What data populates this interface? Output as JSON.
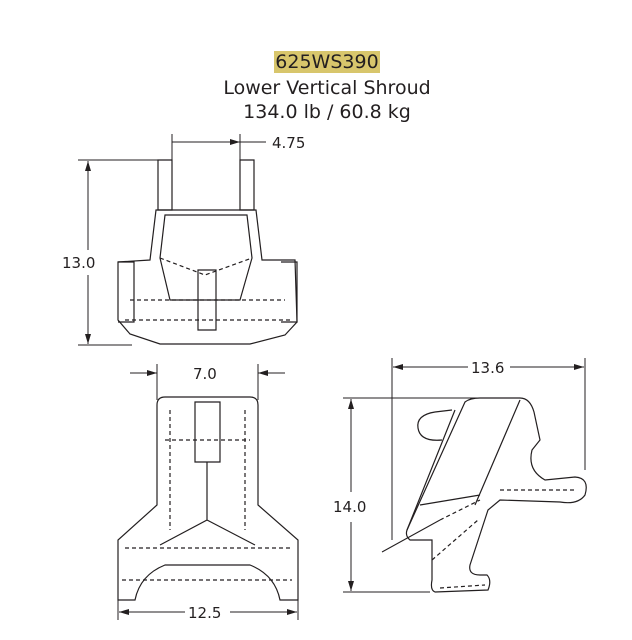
{
  "part_number": "625WS390",
  "part_name": "Lower Vertical Shroud",
  "weight": "134.0 lb / 60.8 kg",
  "dimensions": {
    "top_width_inner": "4.75",
    "top_height": "13.0",
    "front_top_width": "7.0",
    "front_base_width": "12.5",
    "side_width": "13.6",
    "side_height": "14.0"
  },
  "colors": {
    "highlight": "#d8c66c",
    "line": "#231f20"
  }
}
